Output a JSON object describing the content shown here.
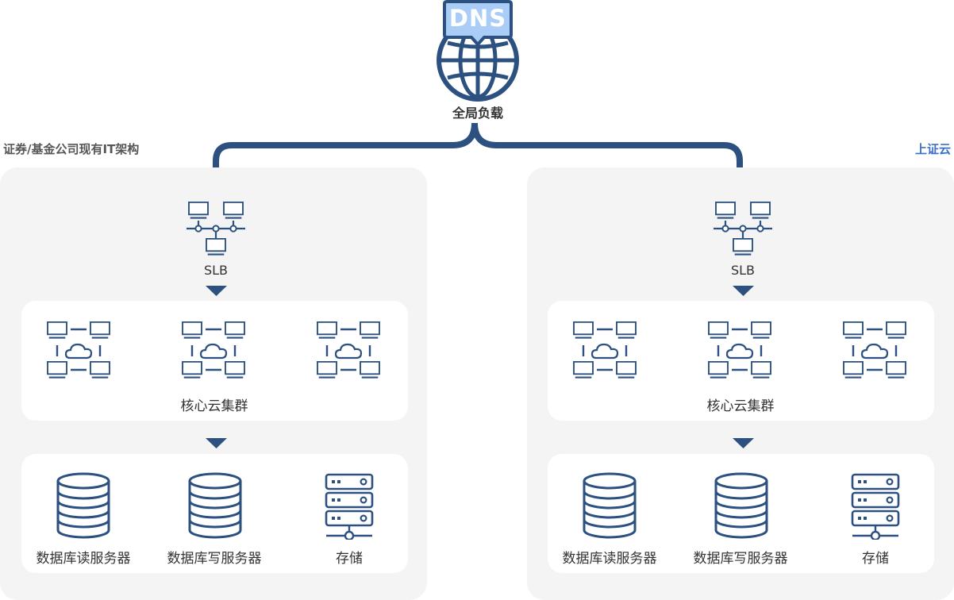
{
  "dns": {
    "badge": "DNS",
    "label": "全局负载"
  },
  "left": {
    "title": "证券/基金公司现有IT架构",
    "slb": "SLB",
    "cluster": "核心云集群",
    "db_read": "数据库读服务器",
    "db_write": "数据库写服务器",
    "storage": "存储"
  },
  "right": {
    "title": "上证云",
    "slb": "SLB",
    "cluster": "核心云集群",
    "db_read": "数据库读服务器",
    "db_write": "数据库写服务器",
    "storage": "存储"
  },
  "colors": {
    "primary": "#2c5080",
    "badge_fill": "#a9cdf6",
    "left_title": "#555555",
    "right_title": "#3b6fc9",
    "panel": "#f4f4f4",
    "card": "#ffffff"
  }
}
